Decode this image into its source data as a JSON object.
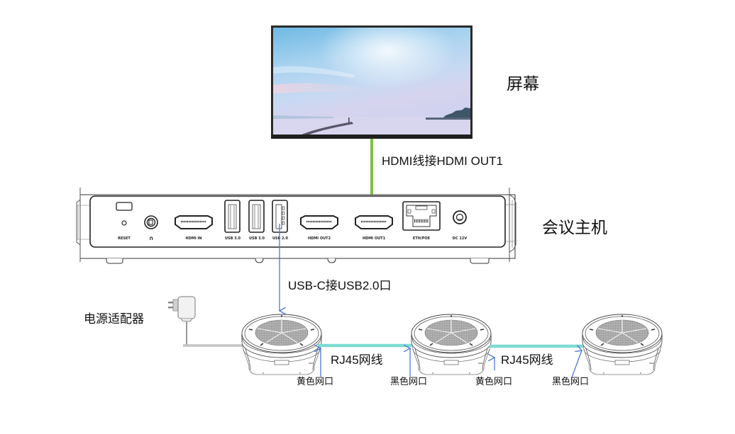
{
  "diagram": {
    "title": "会议主机连接示意图",
    "colors": {
      "hdmi_cable": "#7dc143",
      "usb_cable": "#4a78d6",
      "rj45_cable": "#7ddbd3",
      "power_cable": "#c4c4c4",
      "arrow": "#4a78d6"
    },
    "screen": {
      "label": "屏幕",
      "icon": "monitor-icon"
    },
    "hdmi_link": {
      "label": "HDMI线接HDMI OUT1"
    },
    "host": {
      "label": "会议主机",
      "ports": [
        {
          "id": "reset",
          "label": "RESET"
        },
        {
          "id": "audio",
          "label": "∩"
        },
        {
          "id": "hdmi-in",
          "label": "HDMI IN"
        },
        {
          "id": "usb3-1",
          "label": "USB 3.0"
        },
        {
          "id": "usb3-2",
          "label": "USB 3.0"
        },
        {
          "id": "usb2",
          "label": "USB 2.0"
        },
        {
          "id": "hdmi-out2",
          "label": "HDMI OUT2"
        },
        {
          "id": "hdmi-out1",
          "label": "HDMI OUT1"
        },
        {
          "id": "eth-poe",
          "label": "ETH/POE"
        },
        {
          "id": "dc12v",
          "label": "DC 12V"
        }
      ]
    },
    "usb_link": {
      "label": "USB-C接USB2.0口"
    },
    "power_adapter": {
      "label": "电源适配器",
      "icon": "power-adapter-icon"
    },
    "speakers": [
      {
        "id": "speaker-1",
        "icon": "speakerphone-icon"
      },
      {
        "id": "speaker-2",
        "icon": "speakerphone-icon"
      },
      {
        "id": "speaker-3",
        "icon": "speakerphone-icon"
      }
    ],
    "rj45_links": [
      {
        "label": "RJ45网线",
        "from_port": "黄色网口",
        "to_port": "黑色网口"
      },
      {
        "label": "RJ45网线",
        "from_port": "黄色网口",
        "to_port": "黑色网口"
      }
    ]
  }
}
